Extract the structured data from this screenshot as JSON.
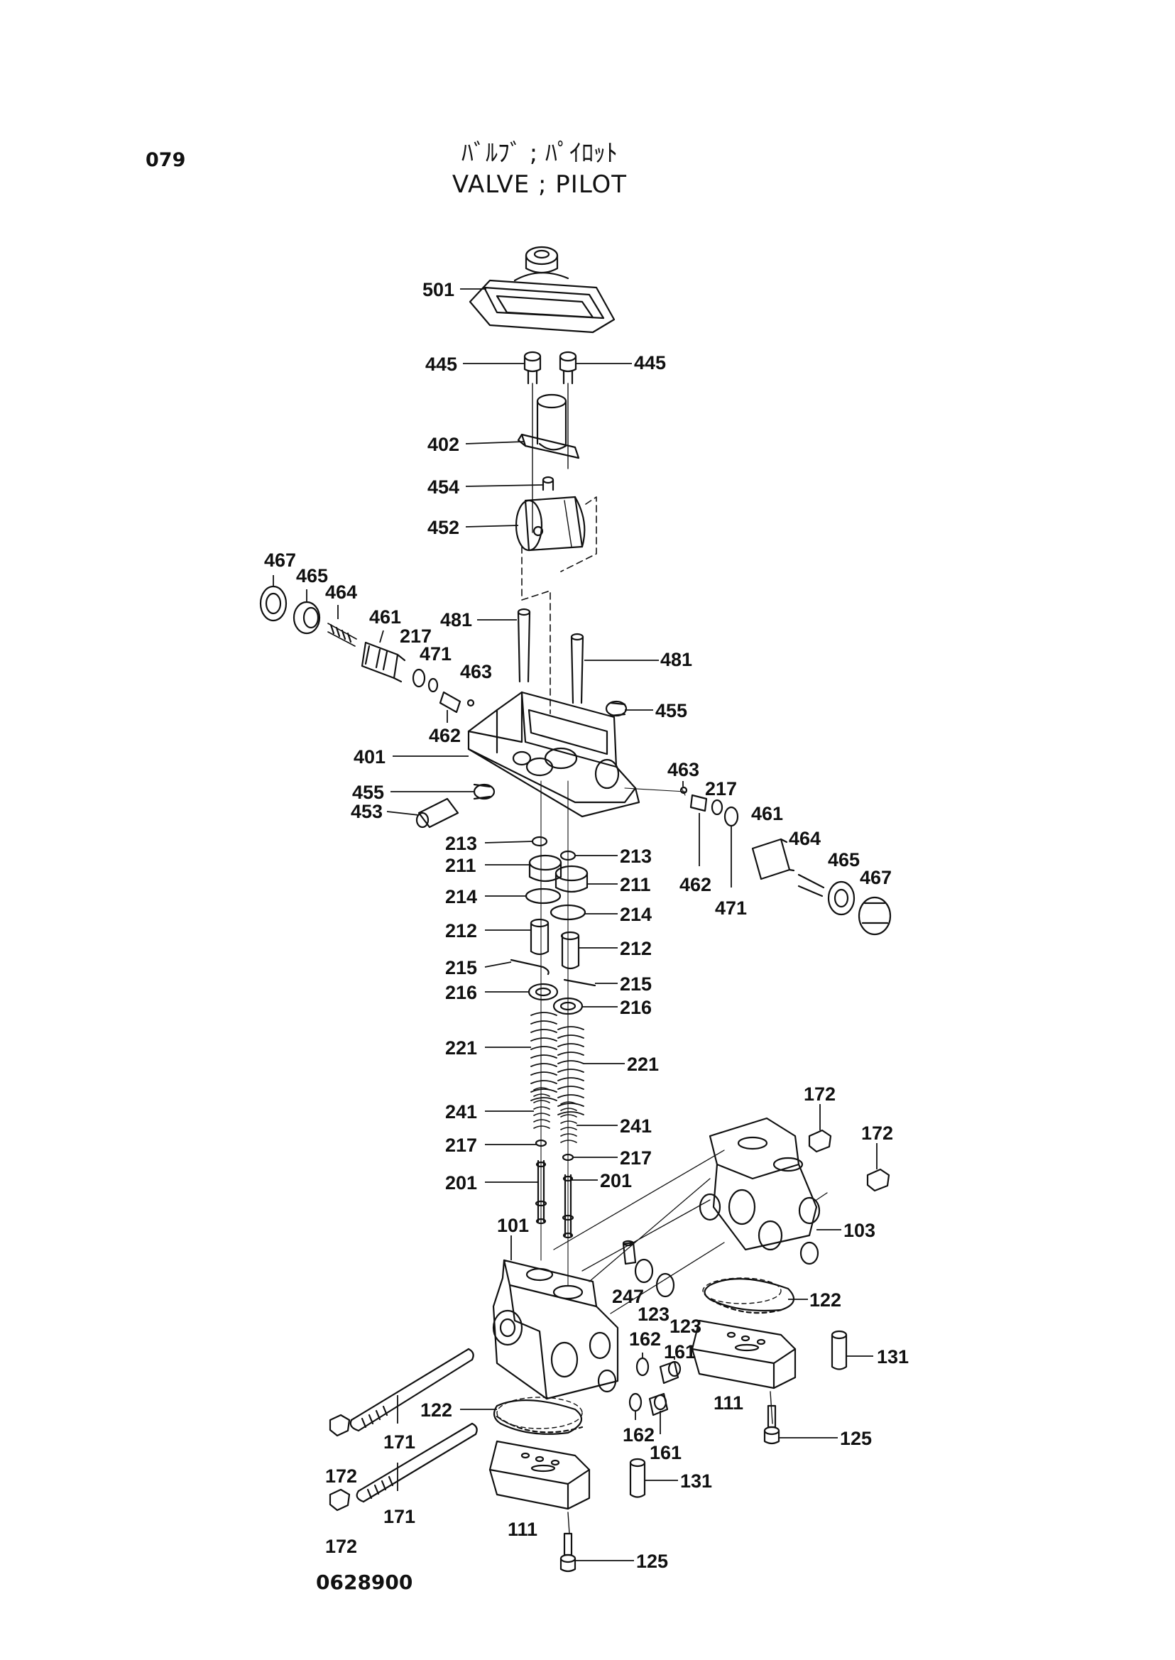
{
  "page_number": "079",
  "title_jp": "ﾊﾞﾙﾌﾞ ; ﾊﾟｲﾛｯﾄ",
  "title_en": "VALVE ; PILOT",
  "drawing_number": "0628900",
  "callouts": {
    "c501": "501",
    "c445a": "445",
    "c445b": "445",
    "c402": "402",
    "c454": "454",
    "c452": "452",
    "c467a": "467",
    "c465a": "465",
    "c464a": "464",
    "c461a": "461",
    "c217a": "217",
    "c471a": "471",
    "c463a": "463",
    "c481a": "481",
    "c481b": "481",
    "c455a": "455",
    "c462a": "462",
    "c401": "401",
    "c455b": "455",
    "c453": "453",
    "c463b": "463",
    "c217b": "217",
    "c461b": "461",
    "c464b": "464",
    "c465b": "465",
    "c467b": "467",
    "c462b": "462",
    "c471b": "471",
    "c213a": "213",
    "c213b": "213",
    "c211a": "211",
    "c211b": "211",
    "c214a": "214",
    "c214b": "214",
    "c212a": "212",
    "c212b": "212",
    "c215a": "215",
    "c215b": "215",
    "c216a": "216",
    "c216b": "216",
    "c221a": "221",
    "c221b": "221",
    "c241a": "241",
    "c241b": "241",
    "c217c": "217",
    "c217d": "217",
    "c201a": "201",
    "c201b": "201",
    "c172a": "172",
    "c172b": "172",
    "c103": "103",
    "c101": "101",
    "c247": "247",
    "c123a": "123",
    "c123b": "123",
    "c122a": "122",
    "c162a": "162",
    "c161a": "161",
    "c131a": "131",
    "c111a": "111",
    "c122b": "122",
    "c171a": "171",
    "c172c": "172",
    "c162b": "162",
    "c161b": "161",
    "c125a": "125",
    "c131b": "131",
    "c171b": "171",
    "c111b": "111",
    "c172d": "172",
    "c125b": "125"
  }
}
